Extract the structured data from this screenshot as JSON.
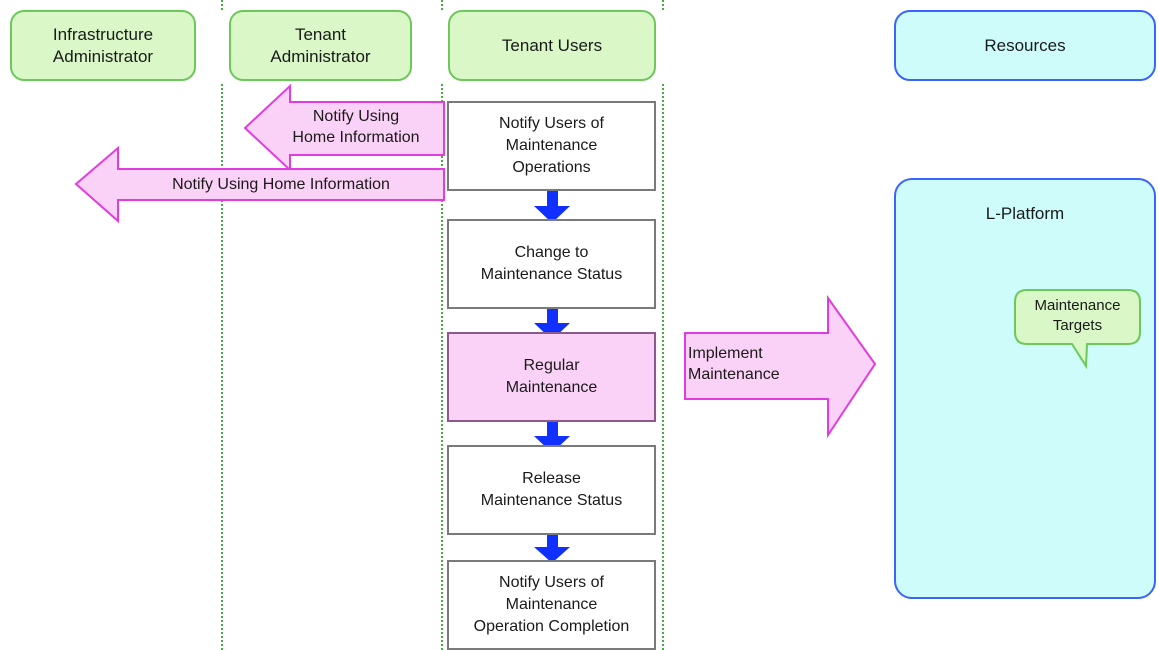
{
  "lanes": {
    "infra_admin": "Infrastructure\nAdministrator",
    "tenant_admin": "Tenant\nAdministrator",
    "tenant_users": "Tenant Users",
    "resources": "Resources"
  },
  "notifications": {
    "tenant_admin_notify": "Notify Using\nHome Information",
    "infra_admin_notify": "Notify Using Home Information"
  },
  "steps": [
    {
      "label": "Notify Users of\nMaintenance\nOperations",
      "highlight": false
    },
    {
      "label": "Change to\nMaintenance Status",
      "highlight": false
    },
    {
      "label": "Regular\nMaintenance",
      "highlight": true
    },
    {
      "label": "Release\nMaintenance Status",
      "highlight": false
    },
    {
      "label": "Notify Users of\nMaintenance\nOperation Completion",
      "highlight": false
    }
  ],
  "implement_arrow": "Implement\nMaintenance",
  "lplatform": {
    "title": "L-Platform",
    "callout": "Maintenance\nTargets"
  },
  "colors": {
    "lane_header_fill": "#d9f7c7",
    "lane_header_border": "#6cc85a",
    "resource_fill": "#cdfcfb",
    "resource_border": "#3b63ff",
    "notify_arrow_fill": "#fbd2f7",
    "notify_arrow_border": "#e23ce0",
    "flow_arrow": "#1030ff",
    "highlight_step_fill": "#fbd2f7"
  }
}
